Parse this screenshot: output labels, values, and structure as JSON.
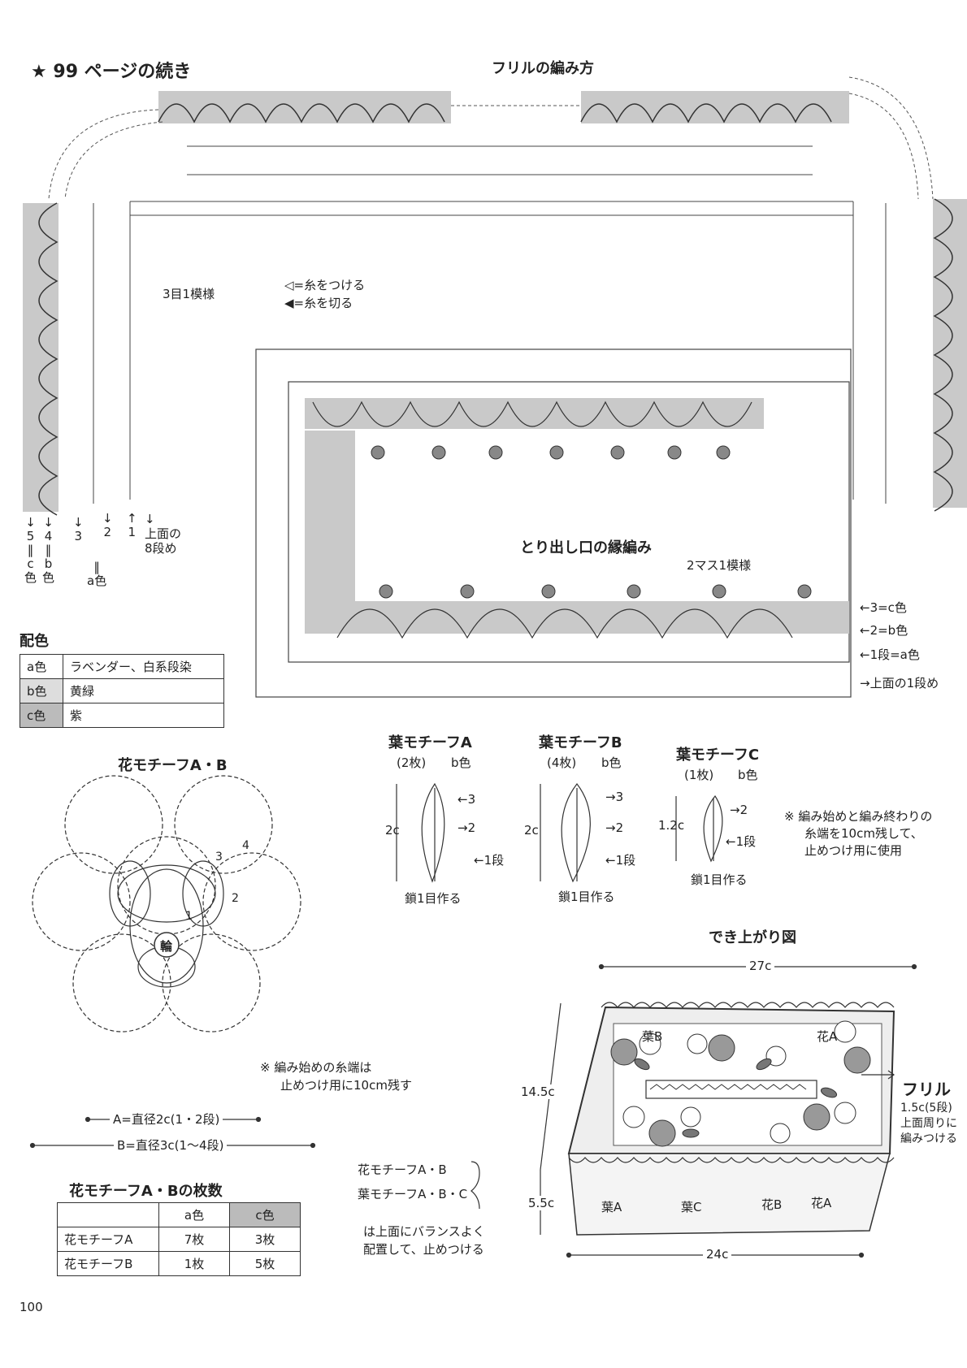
{
  "header": {
    "continued": "★ 99 ページの続き",
    "frill_title": "フリルの編み方"
  },
  "frill": {
    "pattern_label": "3目1模様",
    "legend_attach": "=糸をつける",
    "legend_cut": "=糸を切る",
    "row_labels": {
      "r5": "5",
      "r5c": "c",
      "r5col": "色",
      "r4": "4",
      "r4c": "b",
      "r4col": "色",
      "r3": "3",
      "r2": "2",
      "r1": "1",
      "a_color": "a色",
      "top8_l1": "上面の",
      "top8_l2": "8段め"
    }
  },
  "opening": {
    "title": "とり出し口の縁編み",
    "pattern_label": "2マス1模様",
    "row3": "←3=c色",
    "row2": "←2=b色",
    "row1": "←1段=a色",
    "top1": "→上面の1段め"
  },
  "colors": {
    "title": "配色",
    "rows": [
      {
        "key": "a色",
        "value": "ラベンダー、白系段染"
      },
      {
        "key": "b色",
        "value": "黄緑"
      },
      {
        "key": "c色",
        "value": "紫"
      }
    ]
  },
  "flower": {
    "title": "花モチーフA・B",
    "center": "輪",
    "rounds": [
      "1",
      "2",
      "3",
      "4"
    ],
    "note_l1": "※ 編み始めの糸端は",
    "note_l2": "止めつけ用に10cm残す",
    "size_a": "A=直径2c(1・2段)",
    "size_b": "B=直径3c(1〜4段)"
  },
  "leaves": [
    {
      "title": "葉モチーフA",
      "count": "(2枚)",
      "color": "b色",
      "size": "2c",
      "r3": "←3",
      "r2": "→2",
      "r1": "←1段",
      "start": "鎖1目作る"
    },
    {
      "title": "葉モチーフB",
      "count": "(4枚)",
      "color": "b色",
      "size": "2c",
      "r3": "→3",
      "r2": "→2",
      "r1": "←1段",
      "start": "鎖1目作る"
    },
    {
      "title": "葉モチーフC",
      "count": "(1枚)",
      "color": "b色",
      "size": "1.2c",
      "r2": "→2",
      "r1": "←1段",
      "start": "鎖1目作る"
    }
  ],
  "leaf_note": {
    "l1": "※ 編み始めと編み終わりの",
    "l2": "糸端を10cm残して、",
    "l3": "止めつけ用に使用"
  },
  "finished": {
    "title": "でき上がり図",
    "width_top": "27c",
    "width_bottom": "24c",
    "depth": "14.5c",
    "height": "5.5c",
    "labels": {
      "leafB": "葉B",
      "flowerA_top": "花A",
      "leafA": "葉A",
      "leafC": "葉C",
      "flowerB": "花B",
      "flowerA_bottom": "花A"
    },
    "frill_title": "フリル",
    "frill_l1": "1.5c(5段)",
    "frill_l2": "上面周りに",
    "frill_l3": "編みつける"
  },
  "placement": {
    "l1": "花モチーフA・B",
    "l2": "葉モチーフA・B・C",
    "l3": "は上面にバランスよく",
    "l4": "配置して、止めつける"
  },
  "count_table": {
    "title": "花モチーフA・Bの枚数",
    "headers": [
      "",
      "a色",
      "c色"
    ],
    "rows": [
      [
        "花モチーフA",
        "7枚",
        "3枚"
      ],
      [
        "花モチーフB",
        "1枚",
        "5枚"
      ]
    ]
  },
  "page_number": "100"
}
